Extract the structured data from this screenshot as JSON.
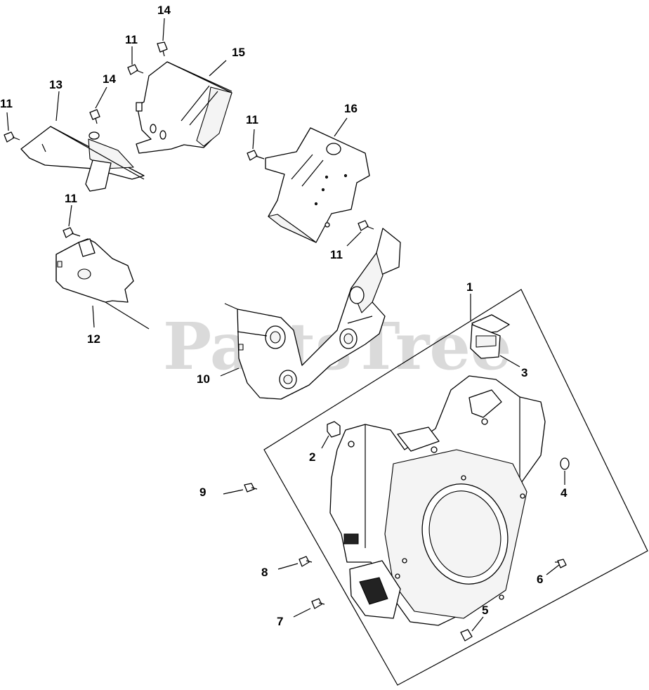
{
  "watermark": "PartsTree",
  "callouts": {
    "c1": "1",
    "c2": "2",
    "c3": "3",
    "c4": "4",
    "c5": "5",
    "c6": "6",
    "c7": "7",
    "c8": "8",
    "c9": "9",
    "c10": "10",
    "c11a": "11",
    "c11b": "11",
    "c11c": "11",
    "c11d": "11",
    "c11e": "11",
    "c12": "12",
    "c13": "13",
    "c14a": "14",
    "c14b": "14",
    "c15": "15",
    "c16": "16"
  }
}
